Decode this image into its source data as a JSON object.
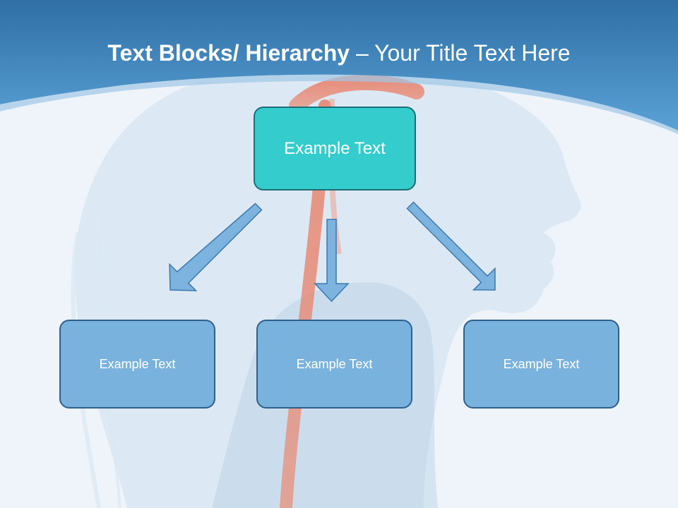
{
  "title": {
    "bold": "Text Blocks/ Hierarchy",
    "separator": " – ",
    "rest": "Your Title Text Here"
  },
  "diagram": {
    "top_box": {
      "label": "Example Text"
    },
    "children": [
      {
        "label": "Example Text"
      },
      {
        "label": "Example Text"
      },
      {
        "label": "Example Text"
      }
    ]
  },
  "colors": {
    "header_blue": "#3f86c2",
    "top_box_fill": "#34cccc",
    "child_box_fill": "#79b2dd",
    "arrow_fill": "#7cb3df",
    "anatomy_highlight": "#e8735a"
  }
}
